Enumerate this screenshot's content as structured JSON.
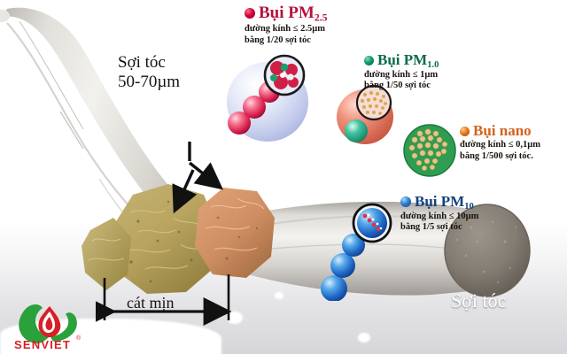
{
  "image": {
    "title": "Bụi PM - so sánh kích thước với sợi tóc",
    "background_color": "#ffffff"
  },
  "annotations": {
    "hair_left": {
      "line1": "Sợi tóc",
      "line2": "50-70µm"
    },
    "hair_right_label": "Sợi tóc",
    "sand_label": "cát mịn"
  },
  "callouts": [
    {
      "id": "pm25",
      "name": "Bụi PM",
      "subscript": "2.5",
      "bullet_color": "#d6003c",
      "title_color": "#b5123f",
      "line1": "đường kính ≤ 2.5µm",
      "line2": "bằng 1/20 sợi tóc"
    },
    {
      "id": "pm1",
      "name": "Bụi PM",
      "subscript": "1.0",
      "bullet_color": "#0f9a6a",
      "title_color": "#0b6b4f",
      "line1": "đường kính ≤ 1µm",
      "line2": "bằng 1/50 sợi tóc"
    },
    {
      "id": "nano",
      "name": "Bụi nano",
      "subscript": "",
      "bullet_color": "#e8781d",
      "title_color": "#d4621c",
      "line1": "đường kính ≤ 0,1µm",
      "line2": "bằng 1/500 sợi tóc."
    },
    {
      "id": "pm10",
      "name": "Bụi PM",
      "subscript": "10",
      "bullet_color": "#2d7fd0",
      "title_color": "#14407e",
      "line1": "đường kính ≤ 10µm",
      "line2": "bằng 1/5 sợi tóc"
    }
  ],
  "logo": {
    "text": "SENVIET",
    "registered": "®",
    "leaf_color": "#2aa13a",
    "drop_color": "#d81f26"
  }
}
